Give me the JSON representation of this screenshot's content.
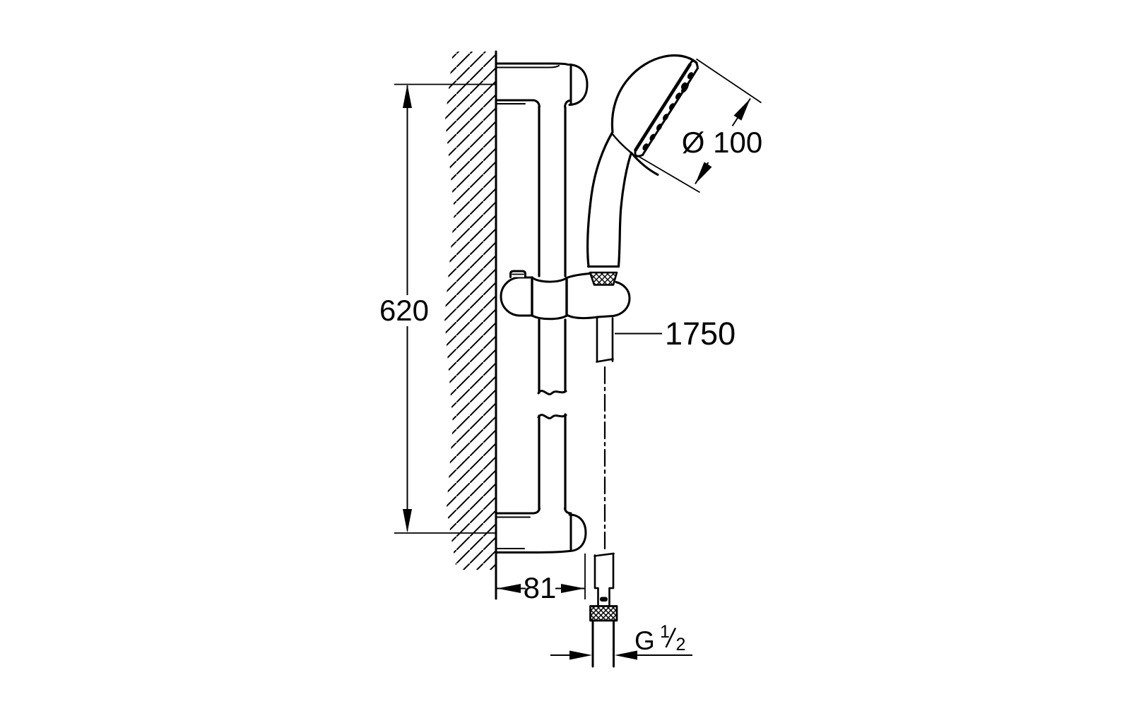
{
  "colors": {
    "background": "#ffffff",
    "line": "#000000"
  },
  "dimensions": {
    "rail_length": "620",
    "head_diameter": "Ø 100",
    "hose_length": "1750",
    "wall_offset": "81",
    "thread": {
      "prefix": "G",
      "numerator": "1",
      "denominator": "2"
    }
  }
}
